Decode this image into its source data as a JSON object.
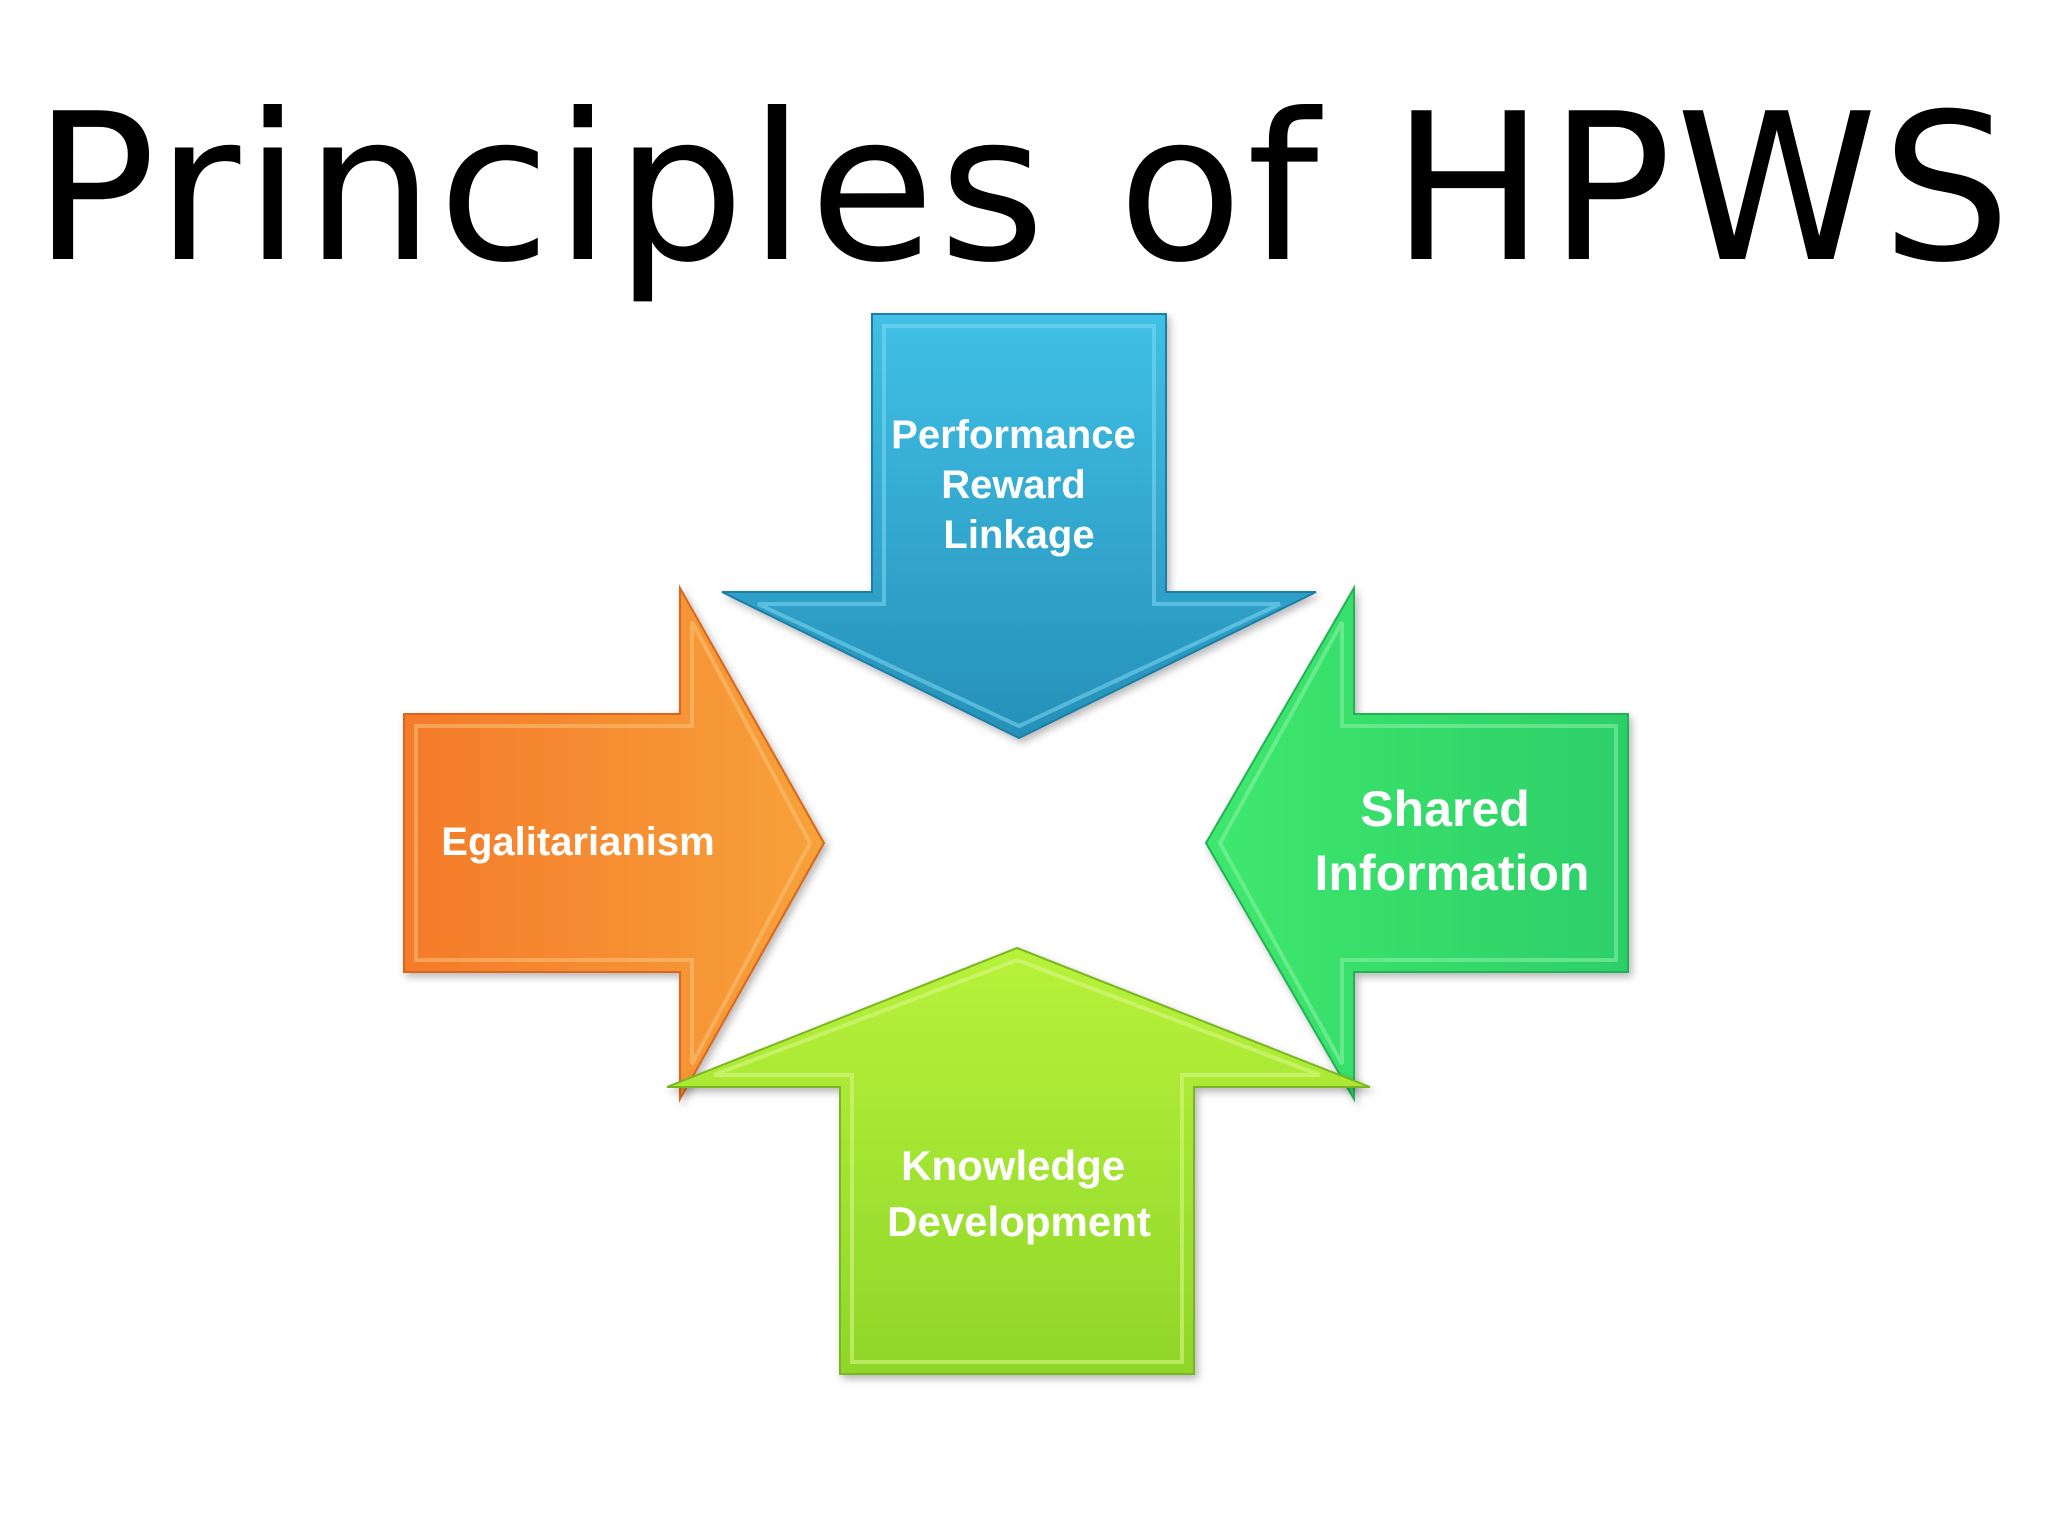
{
  "title": "Principles of HPWS",
  "arrows": {
    "top": {
      "lines": [
        "Performance",
        "Reward",
        "Linkage"
      ],
      "color": "#2ea3cf"
    },
    "left": {
      "lines": [
        "Egalitarianism"
      ],
      "color": "#f2832b"
    },
    "right": {
      "lines": [
        "Shared",
        "Information"
      ],
      "color": "#33d96a"
    },
    "bottom": {
      "lines": [
        "Knowledge",
        "Development"
      ],
      "color": "#9be02d"
    }
  }
}
